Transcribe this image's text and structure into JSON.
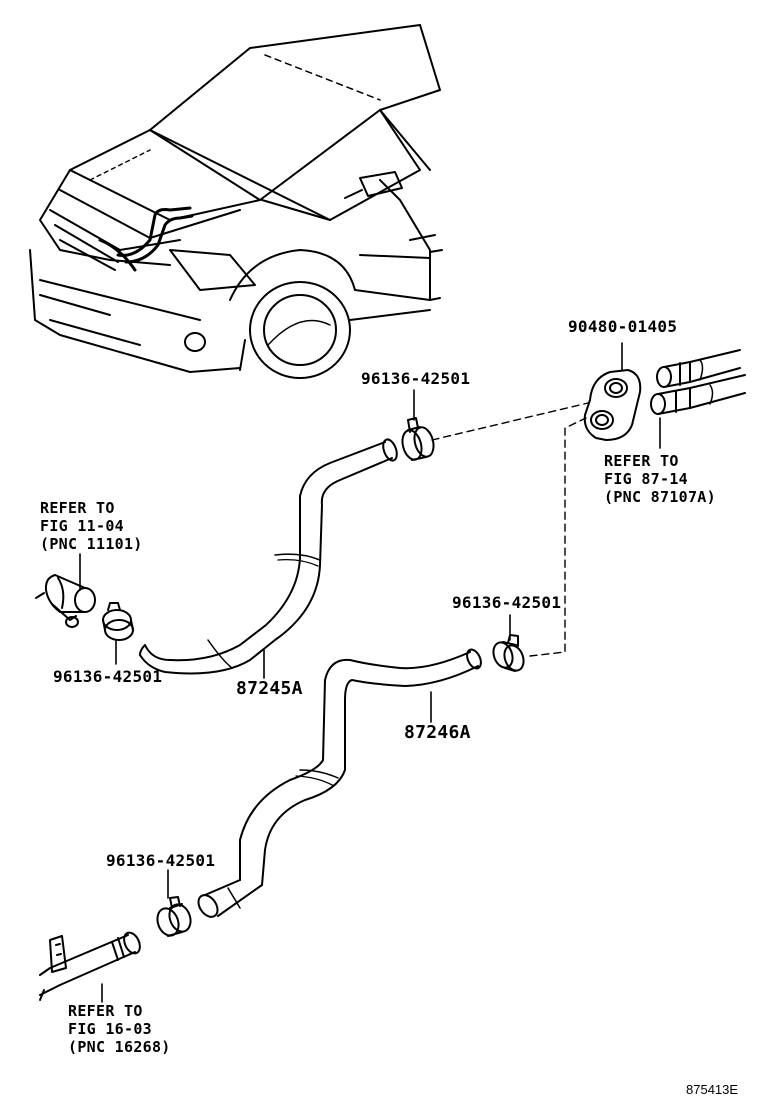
{
  "parts": {
    "pn_90480": "90480-01405",
    "pn_96136_top": "96136-42501",
    "pn_96136_left": "96136-42501",
    "pn_96136_right": "96136-42501",
    "pn_96136_bottom": "96136-42501",
    "hose_87245A": "87245A",
    "hose_87246A": "87246A"
  },
  "references": {
    "fig_11_04": [
      "REFER TO",
      "FIG 11-04",
      "(PNC 11101)"
    ],
    "fig_87_14": [
      "REFER TO",
      "FIG 87-14",
      "(PNC 87107A)"
    ],
    "fig_16_03": [
      "REFER TO",
      "FIG 16-03",
      "(PNC 16268)"
    ]
  },
  "diagram_code": "875413E",
  "colors": {
    "ink": "#000000",
    "paper": "#ffffff"
  }
}
